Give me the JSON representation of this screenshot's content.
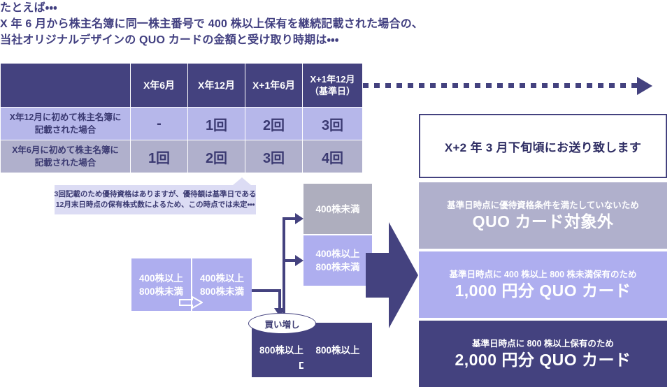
{
  "header": {
    "intro": "たとえば・・・",
    "line1": "X 年 6 月から株主名簿に同一株主番号で 400 株以上保有を継続記載された場合の、",
    "line2": "当社オリジナルデザインの QUO カードの金額と受け取り時期は・・・"
  },
  "table": {
    "corner": "",
    "columns": [
      {
        "label": "X年6月",
        "sub": ""
      },
      {
        "label": "X年12月",
        "sub": ""
      },
      {
        "label": "X+1年6月",
        "sub": ""
      },
      {
        "label": "X+1年12月",
        "sub": "（基準日）"
      }
    ],
    "rows": [
      {
        "label_line1": "X年12月に初めて株主名簿に",
        "label_line2": "記載された場合",
        "values": [
          "-",
          "1回",
          "2回",
          "3回"
        ]
      },
      {
        "label_line1": "X年6月に初めて株主名簿に",
        "label_line2": "記載された場合",
        "values": [
          "1回",
          "2回",
          "3回",
          "4回"
        ]
      }
    ]
  },
  "callout": {
    "line1": "3回記載のため優待資格はありますが、優待額は基準日である",
    "line2": "12月末日時点の保有株式数によるため、この時点では未定・・・"
  },
  "holdings": {
    "box_400_a": {
      "line1": "400株以上",
      "line2": "800株未満"
    },
    "box_400_b": {
      "line1": "400株以上",
      "line2": "800株未満"
    },
    "box_800_a": {
      "line1": "800株以上",
      "line2": ""
    },
    "box_800_b": {
      "line1": "800株以上",
      "line2": ""
    },
    "record_date": {
      "under_400": {
        "line1": "400株未満",
        "line2": ""
      },
      "between_400_800": {
        "line1": "400株以上",
        "line2": "800株未満"
      },
      "over_800": {
        "line1": "800株以上",
        "line2": ""
      }
    },
    "buy_more_label": "買い増し"
  },
  "results": {
    "delivery_notice": "X+2 年 3 月下旬頃にお送り致します",
    "panels": [
      {
        "reason": "基準日時点に優待資格条件を満たしていないため",
        "amount": "QUO カード対象外"
      },
      {
        "reason": "基準日時点に 400 株以上 800 株未満保有のため",
        "amount": "1,000 円分 QUO カード"
      },
      {
        "reason": "基準日時点に 800 株以上保有のため",
        "amount": "2,000 円分 QUO カード"
      }
    ]
  },
  "colors": {
    "navy": "#44427f",
    "periwinkle": "#aeaeef",
    "gray_lavender": "#b0b0cc",
    "pale_lavender": "#dcdcf4",
    "row_light": "#b6b7ea",
    "white": "#ffffff"
  }
}
